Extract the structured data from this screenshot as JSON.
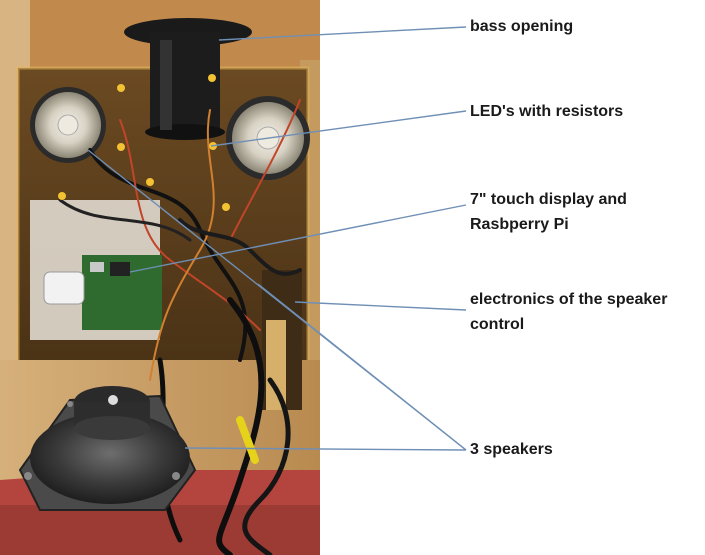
{
  "labels": {
    "bass_opening": "bass opening",
    "leds_with_resistors": "LED's with resistors",
    "display_line1": "7\" touch display and",
    "display_line2": "Rasbperry Pi",
    "electronics_line1": "electronics of the speaker",
    "electronics_line2": "control",
    "speakers": "3 speakers"
  },
  "colors": {
    "leader_line": "#6f8fb5",
    "wood": "#c79a5e",
    "speaker_red": "#b8453d",
    "led": "#f2c233"
  }
}
